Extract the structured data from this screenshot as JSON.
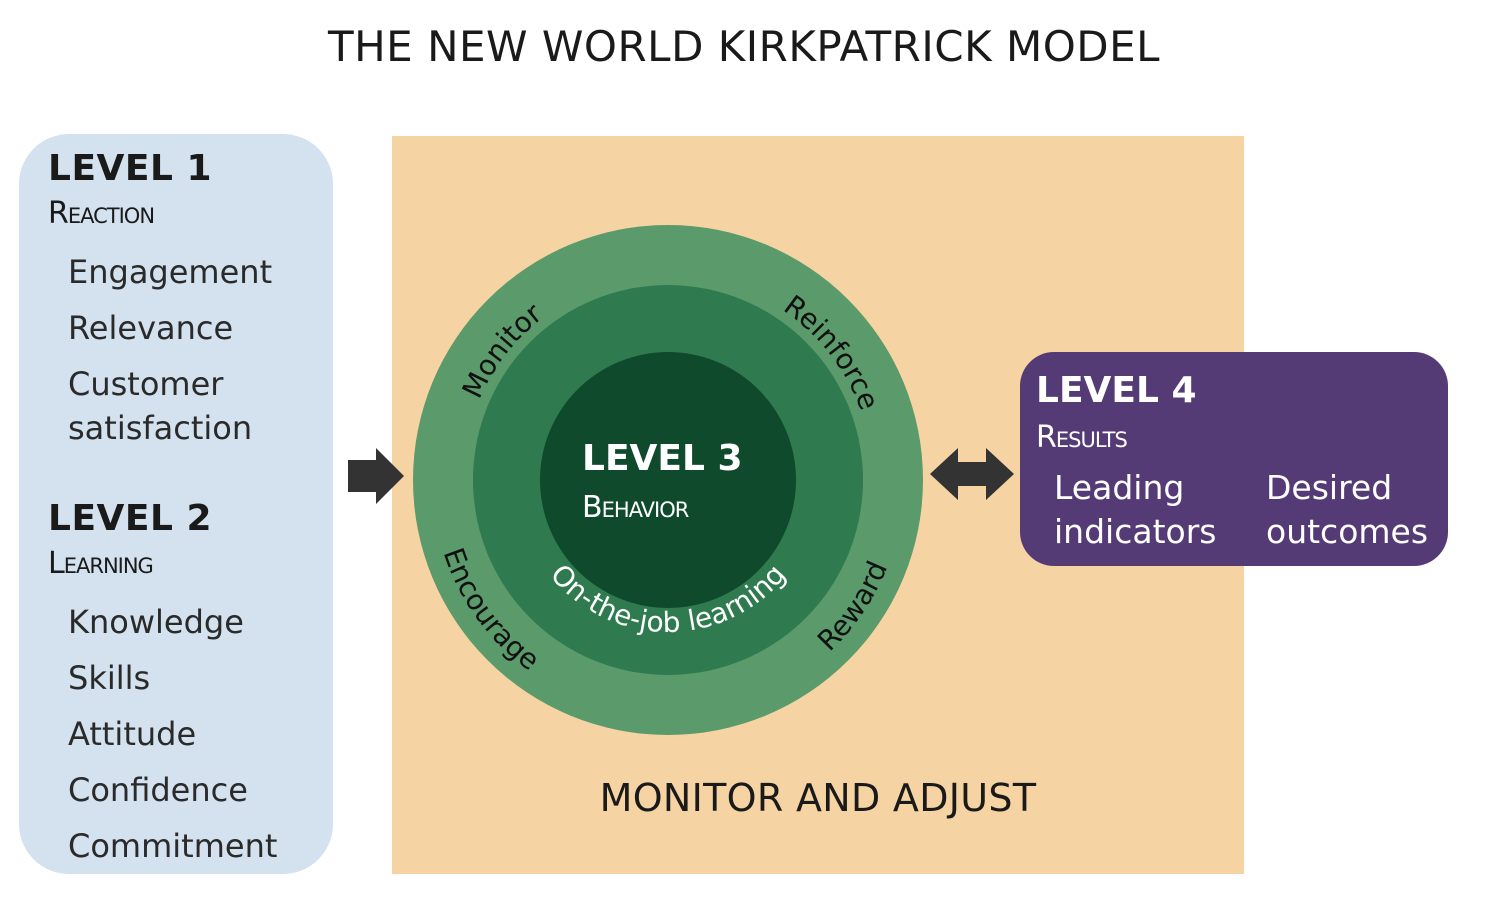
{
  "title": "THE NEW WORLD KIRKPATRICK MODEL",
  "level1": {
    "heading": "LEVEL 1",
    "subheading": "Reaction",
    "items": [
      "Engagement",
      "Relevance",
      "Customer",
      "satisfaction"
    ]
  },
  "level2": {
    "heading": "LEVEL 2",
    "subheading": "Learning",
    "items": [
      "Knowledge",
      "Skills",
      "Attitude",
      "Confidence",
      "Commitment"
    ]
  },
  "level3": {
    "heading": "LEVEL 3",
    "subheading": "Behavior",
    "ring_labels": {
      "monitor": "Monitor",
      "reinforce": "Reinforce",
      "encourage": "Encourage",
      "reward": "Reward",
      "inner": "On-the-job learning"
    }
  },
  "level4": {
    "heading": "LEVEL 4",
    "subheading": "Results",
    "col1": [
      "Leading",
      "indicators"
    ],
    "col2": [
      "Desired",
      "outcomes"
    ]
  },
  "monitor_adjust": "MONITOR AND ADJUST",
  "colors": {
    "left_panel": "#d3e2ee",
    "middle_panel": "#f5d3a3",
    "right_panel": "#553b76",
    "ring_outer": "#5b9a6b",
    "ring_middle": "#2f7b4f",
    "ring_inner": "#0f4a2c",
    "arrow": "#333333"
  },
  "icons": [
    "right-arrow-icon",
    "double-arrow-icon"
  ]
}
